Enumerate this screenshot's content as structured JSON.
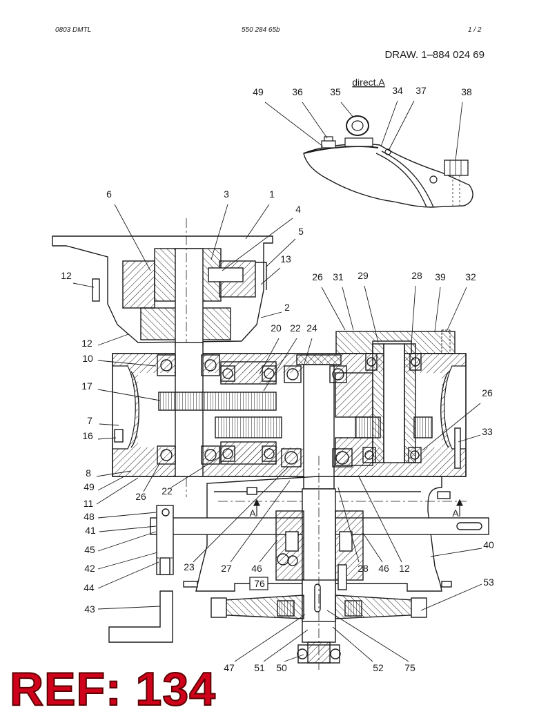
{
  "header": {
    "left_code": "0803 DMTL",
    "center_code": "550 284 65b",
    "page": "1 /  2"
  },
  "drawing_number": "DRAW. 1–884 024 69",
  "view_label": "direct.A",
  "section_marks": [
    "A",
    "A"
  ],
  "callouts": [
    "49",
    "36",
    "35",
    "34",
    "37",
    "38",
    "6",
    "3",
    "1",
    "4",
    "5",
    "12",
    "13",
    "2",
    "12",
    "10",
    "17",
    "7",
    "16",
    "8",
    "49",
    "11",
    "26",
    "22",
    "48",
    "41",
    "45",
    "42",
    "44",
    "43",
    "20",
    "22",
    "24",
    "26",
    "31",
    "29",
    "28",
    "39",
    "32",
    "26",
    "33",
    "40",
    "23",
    "27",
    "46",
    "28",
    "46",
    "12",
    "76",
    "53",
    "47",
    "51",
    "50",
    "52",
    "75"
  ],
  "reference": "REF: 134",
  "colors": {
    "ink": "#1a1a1a",
    "reference_red": "#d0021b"
  }
}
